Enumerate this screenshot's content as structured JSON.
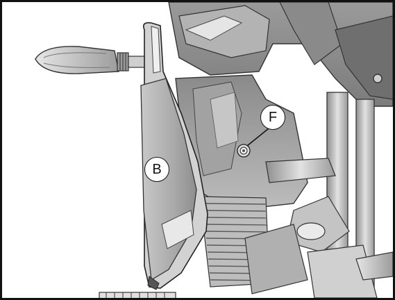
{
  "diagram": {
    "callouts": [
      {
        "label": "B",
        "refers_to": "front-side-panel"
      },
      {
        "label": "F",
        "refers_to": "mounting-bolt"
      }
    ]
  }
}
